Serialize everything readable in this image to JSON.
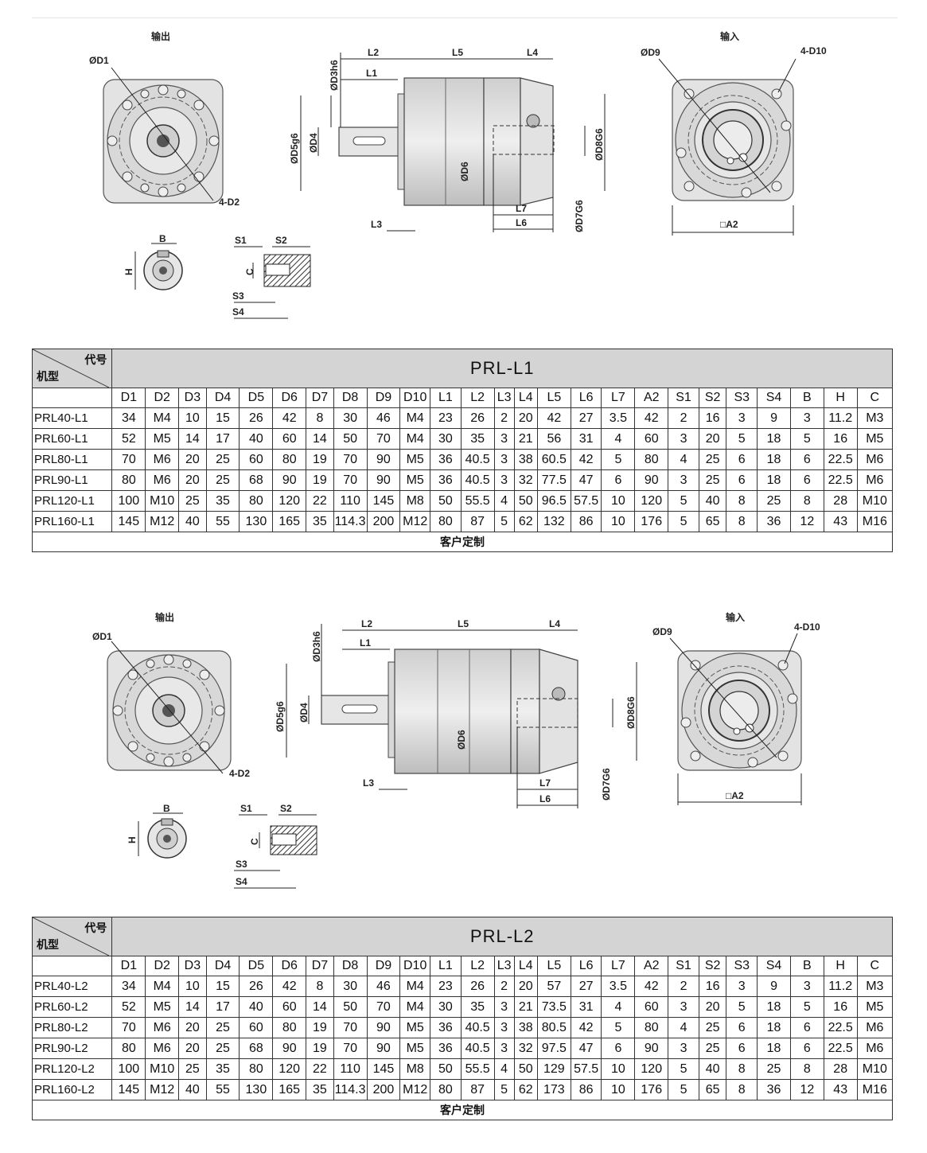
{
  "sections": [
    {
      "id": "L1",
      "labels": {
        "output": "输出",
        "input": "输入",
        "D1": "ØD1",
        "D2": "4-D2",
        "D3": "ØD3h6",
        "D4": "ØD4",
        "D5": "ØD5g6",
        "D6": "ØD6",
        "D7": "ØD7G6",
        "D8": "ØD8G6",
        "D9": "ØD9",
        "D10": "4-D10",
        "A2": "□A2",
        "L1": "L1",
        "L2": "L2",
        "L3": "L3",
        "L4": "L4",
        "L5": "L5",
        "L6": "L6",
        "L7": "L7",
        "B": "B",
        "H": "H",
        "C": "C",
        "S1": "S1",
        "S2": "S2",
        "S3": "S3",
        "S4": "S4"
      },
      "table": {
        "corner_code": "代号",
        "corner_model": "机型",
        "series": "PRL-L1",
        "columns": [
          "D1",
          "D2",
          "D3",
          "D4",
          "D5",
          "D6",
          "D7",
          "D8",
          "D9",
          "D10",
          "L1",
          "L2",
          "L3",
          "L4",
          "L5",
          "L6",
          "L7",
          "A2",
          "S1",
          "S2",
          "S3",
          "S4",
          "B",
          "H",
          "C"
        ],
        "rows": [
          {
            "model": "PRL40-L1",
            "values": [
              "34",
              "M4",
              "10",
              "15",
              "26",
              "42",
              "8",
              "30",
              "46",
              "M4",
              "23",
              "26",
              "2",
              "20",
              "42",
              "27",
              "3.5",
              "42",
              "2",
              "16",
              "3",
              "9",
              "3",
              "11.2",
              "M3"
            ]
          },
          {
            "model": "PRL60-L1",
            "values": [
              "52",
              "M5",
              "14",
              "17",
              "40",
              "60",
              "14",
              "50",
              "70",
              "M4",
              "30",
              "35",
              "3",
              "21",
              "56",
              "31",
              "4",
              "60",
              "3",
              "20",
              "5",
              "18",
              "5",
              "16",
              "M5"
            ]
          },
          {
            "model": "PRL80-L1",
            "values": [
              "70",
              "M6",
              "20",
              "25",
              "60",
              "80",
              "19",
              "70",
              "90",
              "M5",
              "36",
              "40.5",
              "3",
              "38",
              "60.5",
              "42",
              "5",
              "80",
              "4",
              "25",
              "6",
              "18",
              "6",
              "22.5",
              "M6"
            ]
          },
          {
            "model": "PRL90-L1",
            "values": [
              "80",
              "M6",
              "20",
              "25",
              "68",
              "90",
              "19",
              "70",
              "90",
              "M5",
              "36",
              "40.5",
              "3",
              "32",
              "77.5",
              "47",
              "6",
              "90",
              "3",
              "25",
              "6",
              "18",
              "6",
              "22.5",
              "M6"
            ]
          },
          {
            "model": "PRL120-L1",
            "values": [
              "100",
              "M10",
              "25",
              "35",
              "80",
              "120",
              "22",
              "110",
              "145",
              "M8",
              "50",
              "55.5",
              "4",
              "50",
              "96.5",
              "57.5",
              "10",
              "120",
              "5",
              "40",
              "8",
              "25",
              "8",
              "28",
              "M10"
            ]
          },
          {
            "model": "PRL160-L1",
            "values": [
              "145",
              "M12",
              "40",
              "55",
              "130",
              "165",
              "35",
              "114.3",
              "200",
              "M12",
              "80",
              "87",
              "5",
              "62",
              "132",
              "86",
              "10",
              "176",
              "5",
              "65",
              "8",
              "36",
              "12",
              "43",
              "M16"
            ]
          }
        ],
        "footer": "客户定制"
      }
    },
    {
      "id": "L2",
      "labels": {
        "output": "输出",
        "input": "输入",
        "D1": "ØD1",
        "D2": "4-D2",
        "D3": "ØD3h6",
        "D4": "ØD4",
        "D5": "ØD5g6",
        "D6": "ØD6",
        "D7": "ØD7G6",
        "D8": "ØD8G6",
        "D9": "ØD9",
        "D10": "4-D10",
        "A2": "□A2",
        "L1": "L1",
        "L2": "L2",
        "L3": "L3",
        "L4": "L4",
        "L5": "L5",
        "L6": "L6",
        "L7": "L7",
        "B": "B",
        "H": "H",
        "C": "C",
        "S1": "S1",
        "S2": "S2",
        "S3": "S3",
        "S4": "S4"
      },
      "table": {
        "corner_code": "代号",
        "corner_model": "机型",
        "series": "PRL-L2",
        "columns": [
          "D1",
          "D2",
          "D3",
          "D4",
          "D5",
          "D6",
          "D7",
          "D8",
          "D9",
          "D10",
          "L1",
          "L2",
          "L3",
          "L4",
          "L5",
          "L6",
          "L7",
          "A2",
          "S1",
          "S2",
          "S3",
          "S4",
          "B",
          "H",
          "C"
        ],
        "rows": [
          {
            "model": "PRL40-L2",
            "values": [
              "34",
              "M4",
              "10",
              "15",
              "26",
              "42",
              "8",
              "30",
              "46",
              "M4",
              "23",
              "26",
              "2",
              "20",
              "57",
              "27",
              "3.5",
              "42",
              "2",
              "16",
              "3",
              "9",
              "3",
              "11.2",
              "M3"
            ]
          },
          {
            "model": "PRL60-L2",
            "values": [
              "52",
              "M5",
              "14",
              "17",
              "40",
              "60",
              "14",
              "50",
              "70",
              "M4",
              "30",
              "35",
              "3",
              "21",
              "73.5",
              "31",
              "4",
              "60",
              "3",
              "20",
              "5",
              "18",
              "5",
              "16",
              "M5"
            ]
          },
          {
            "model": "PRL80-L2",
            "values": [
              "70",
              "M6",
              "20",
              "25",
              "60",
              "80",
              "19",
              "70",
              "90",
              "M5",
              "36",
              "40.5",
              "3",
              "38",
              "80.5",
              "42",
              "5",
              "80",
              "4",
              "25",
              "6",
              "18",
              "6",
              "22.5",
              "M6"
            ]
          },
          {
            "model": "PRL90-L2",
            "values": [
              "80",
              "M6",
              "20",
              "25",
              "68",
              "90",
              "19",
              "70",
              "90",
              "M5",
              "36",
              "40.5",
              "3",
              "32",
              "97.5",
              "47",
              "6",
              "90",
              "3",
              "25",
              "6",
              "18",
              "6",
              "22.5",
              "M6"
            ]
          },
          {
            "model": "PRL120-L2",
            "values": [
              "100",
              "M10",
              "25",
              "35",
              "80",
              "120",
              "22",
              "110",
              "145",
              "M8",
              "50",
              "55.5",
              "4",
              "50",
              "129",
              "57.5",
              "10",
              "120",
              "5",
              "40",
              "8",
              "25",
              "8",
              "28",
              "M10"
            ]
          },
          {
            "model": "PRL160-L2",
            "values": [
              "145",
              "M12",
              "40",
              "55",
              "130",
              "165",
              "35",
              "114.3",
              "200",
              "M12",
              "80",
              "87",
              "5",
              "62",
              "173",
              "86",
              "10",
              "176",
              "5",
              "65",
              "8",
              "36",
              "12",
              "43",
              "M16"
            ]
          }
        ],
        "footer": "客户定制"
      }
    }
  ]
}
